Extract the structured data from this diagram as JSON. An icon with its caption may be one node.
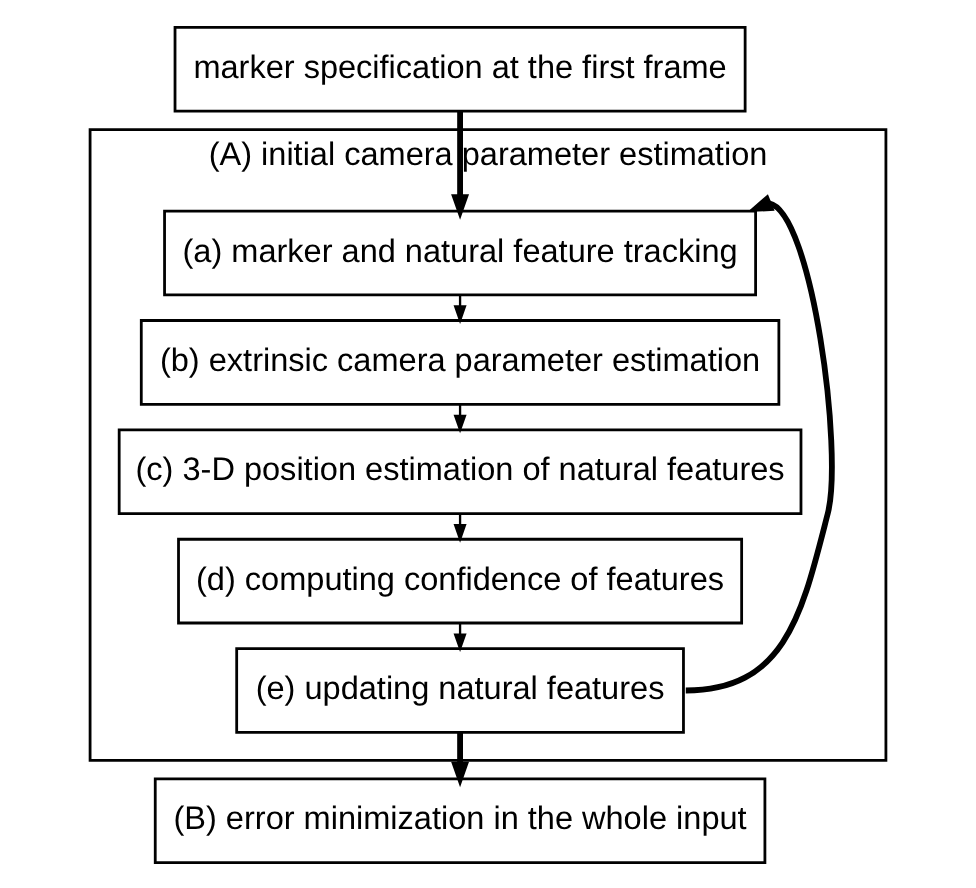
{
  "diagram": {
    "nodes": [
      {
        "text": [
          "marker specification at the first frame"
        ]
      },
      {
        "text": [
          "(A) initial camera parameter estimation"
        ]
      },
      {
        "text": [
          "(a) marker and natural feature tracking"
        ],
        "in": 1
      },
      {
        "text": [
          "(b) extrinsic camera parameter estimation"
        ],
        "in": 1
      },
      {
        "text": [
          "(c) 3-D position estimation of natural features"
        ],
        "in": 1
      },
      {
        "text": [
          "(d) computing confidence of features"
        ],
        "in": 1
      },
      {
        "text": [
          "(e) updating natural features"
        ],
        "in": 1
      },
      {
        "text": [
          "(B) error minimization in the whole input"
        ]
      }
    ],
    "edges": [
      {
        "from": 0,
        "to": 2,
        "arrow": "to",
        "style": "thick"
      },
      {
        "from": 2,
        "to": 3,
        "arrow": "to"
      },
      {
        "from": 3,
        "to": 4,
        "arrow": "to"
      },
      {
        "from": 4,
        "to": 5,
        "arrow": "to"
      },
      {
        "from": 5,
        "to": 6,
        "arrow": "to"
      },
      {
        "from": 6,
        "to": 2,
        "arrow": "to",
        "style": "thick"
      },
      {
        "from": 6,
        "to": 7,
        "arrow": "to",
        "style": "thick"
      }
    ]
  }
}
